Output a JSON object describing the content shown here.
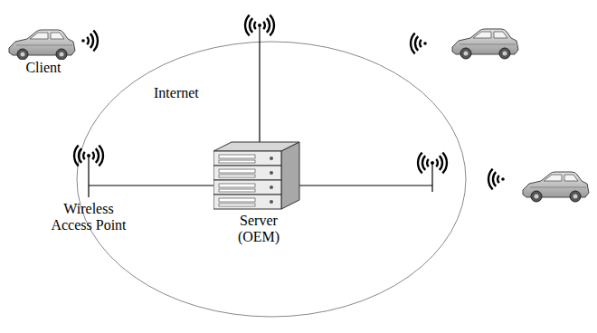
{
  "diagram": {
    "nodes": [
      {
        "text": [
          "Client"
        ]
      },
      {
        "text": [
          "Wireless Access Point"
        ]
      },
      {
        "text": [
          "Server (OEM)"
        ]
      }
    ],
    "edges": [
      {
        "from": 1,
        "to": 2,
        "arrow": "none"
      }
    ],
    "labels": [
      "Internet"
    ]
  }
}
